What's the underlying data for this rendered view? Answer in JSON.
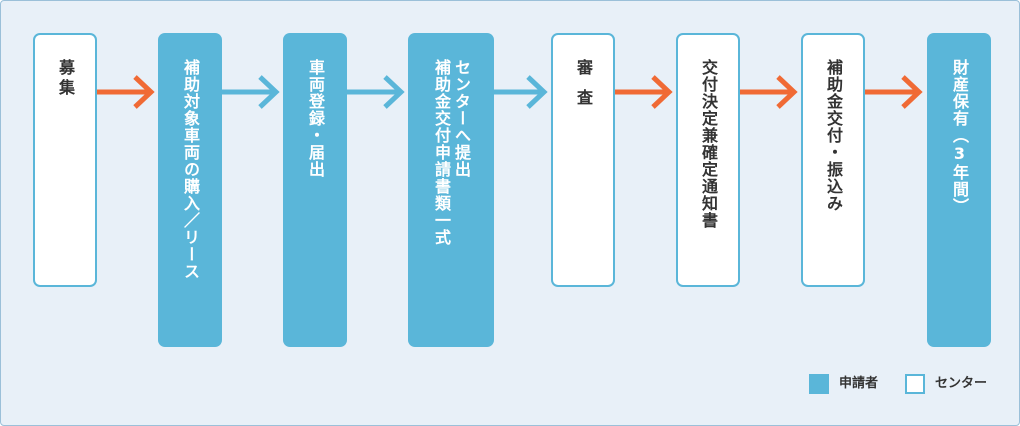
{
  "colors": {
    "applicant": "#5ab6d9",
    "center": "#ffffff",
    "arrow_orange": "#f06a35",
    "arrow_blue": "#5ab6d9",
    "background": "#e8f0f8"
  },
  "steps": [
    {
      "label": "募集",
      "type": "center"
    },
    {
      "label": "補助対象車両の購入／リース",
      "type": "applicant"
    },
    {
      "label": "車両登録・届出",
      "type": "applicant"
    },
    {
      "label": "補助金交付申請書類一式",
      "label2": "センターへ提出",
      "type": "applicant"
    },
    {
      "label": "審査",
      "type": "center"
    },
    {
      "label": "交付決定兼確定通知書",
      "type": "center"
    },
    {
      "label": "補助金交付・振込み",
      "type": "center"
    },
    {
      "label": "財産保有（3年間）",
      "type": "applicant"
    }
  ],
  "arrows": [
    "orange",
    "blue",
    "blue",
    "blue",
    "orange",
    "orange",
    "orange"
  ],
  "legend": {
    "applicant": "申請者",
    "center": "センター"
  }
}
